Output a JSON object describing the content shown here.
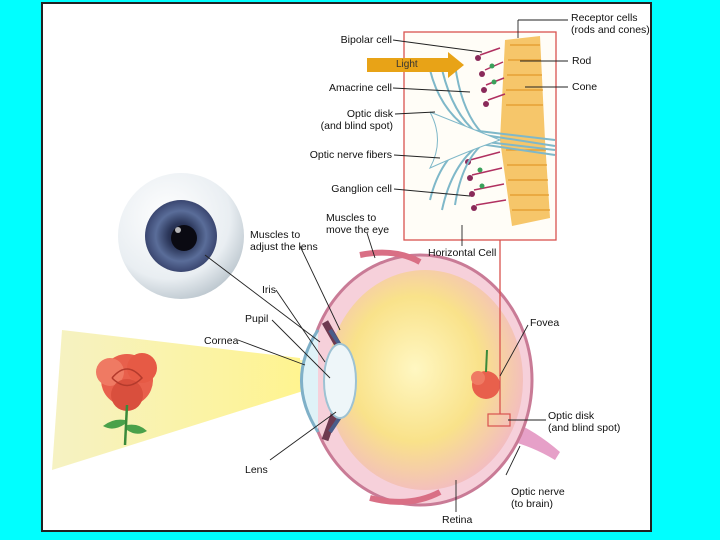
{
  "labels": {
    "receptor_cells_1": "Receptor cells",
    "receptor_cells_2": "(rods and cones)",
    "bipolar_cell": "Bipolar cell",
    "light": "Light",
    "rod": "Rod",
    "amacrine_cell": "Amacrine cell",
    "cone": "Cone",
    "optic_disk_top_1": "Optic disk",
    "optic_disk_top_2": "(and blind spot)",
    "optic_nerve_fibers": "Optic nerve fibers",
    "ganglion_cell": "Ganglion cell",
    "horizontal_cell": "Horizontal Cell",
    "muscles_move_1": "Muscles to",
    "muscles_move_2": "move the eye",
    "muscles_lens_1": "Muscles to",
    "muscles_lens_2": "adjust the lens",
    "iris": "Iris",
    "pupil": "Pupil",
    "cornea": "Cornea",
    "fovea": "Fovea",
    "optic_disk_bottom_1": "Optic disk",
    "optic_disk_bottom_2": "(and blind spot)",
    "lens": "Lens",
    "optic_nerve_1": "Optic nerve",
    "optic_nerve_2": "(to brain)",
    "retina": "Retina"
  },
  "colors": {
    "background": "#00ffff",
    "frame_red": "#d9534f",
    "light_arrow": "#e8a317",
    "light_beam": "#f7f2a0",
    "rose": "#e8604c",
    "eyeball_pink": "#f2b8c6",
    "eyeball_yellow": "#f9e28a",
    "iris_blue": "#4a5d8a",
    "nerve_blue": "#7fb8c9"
  }
}
